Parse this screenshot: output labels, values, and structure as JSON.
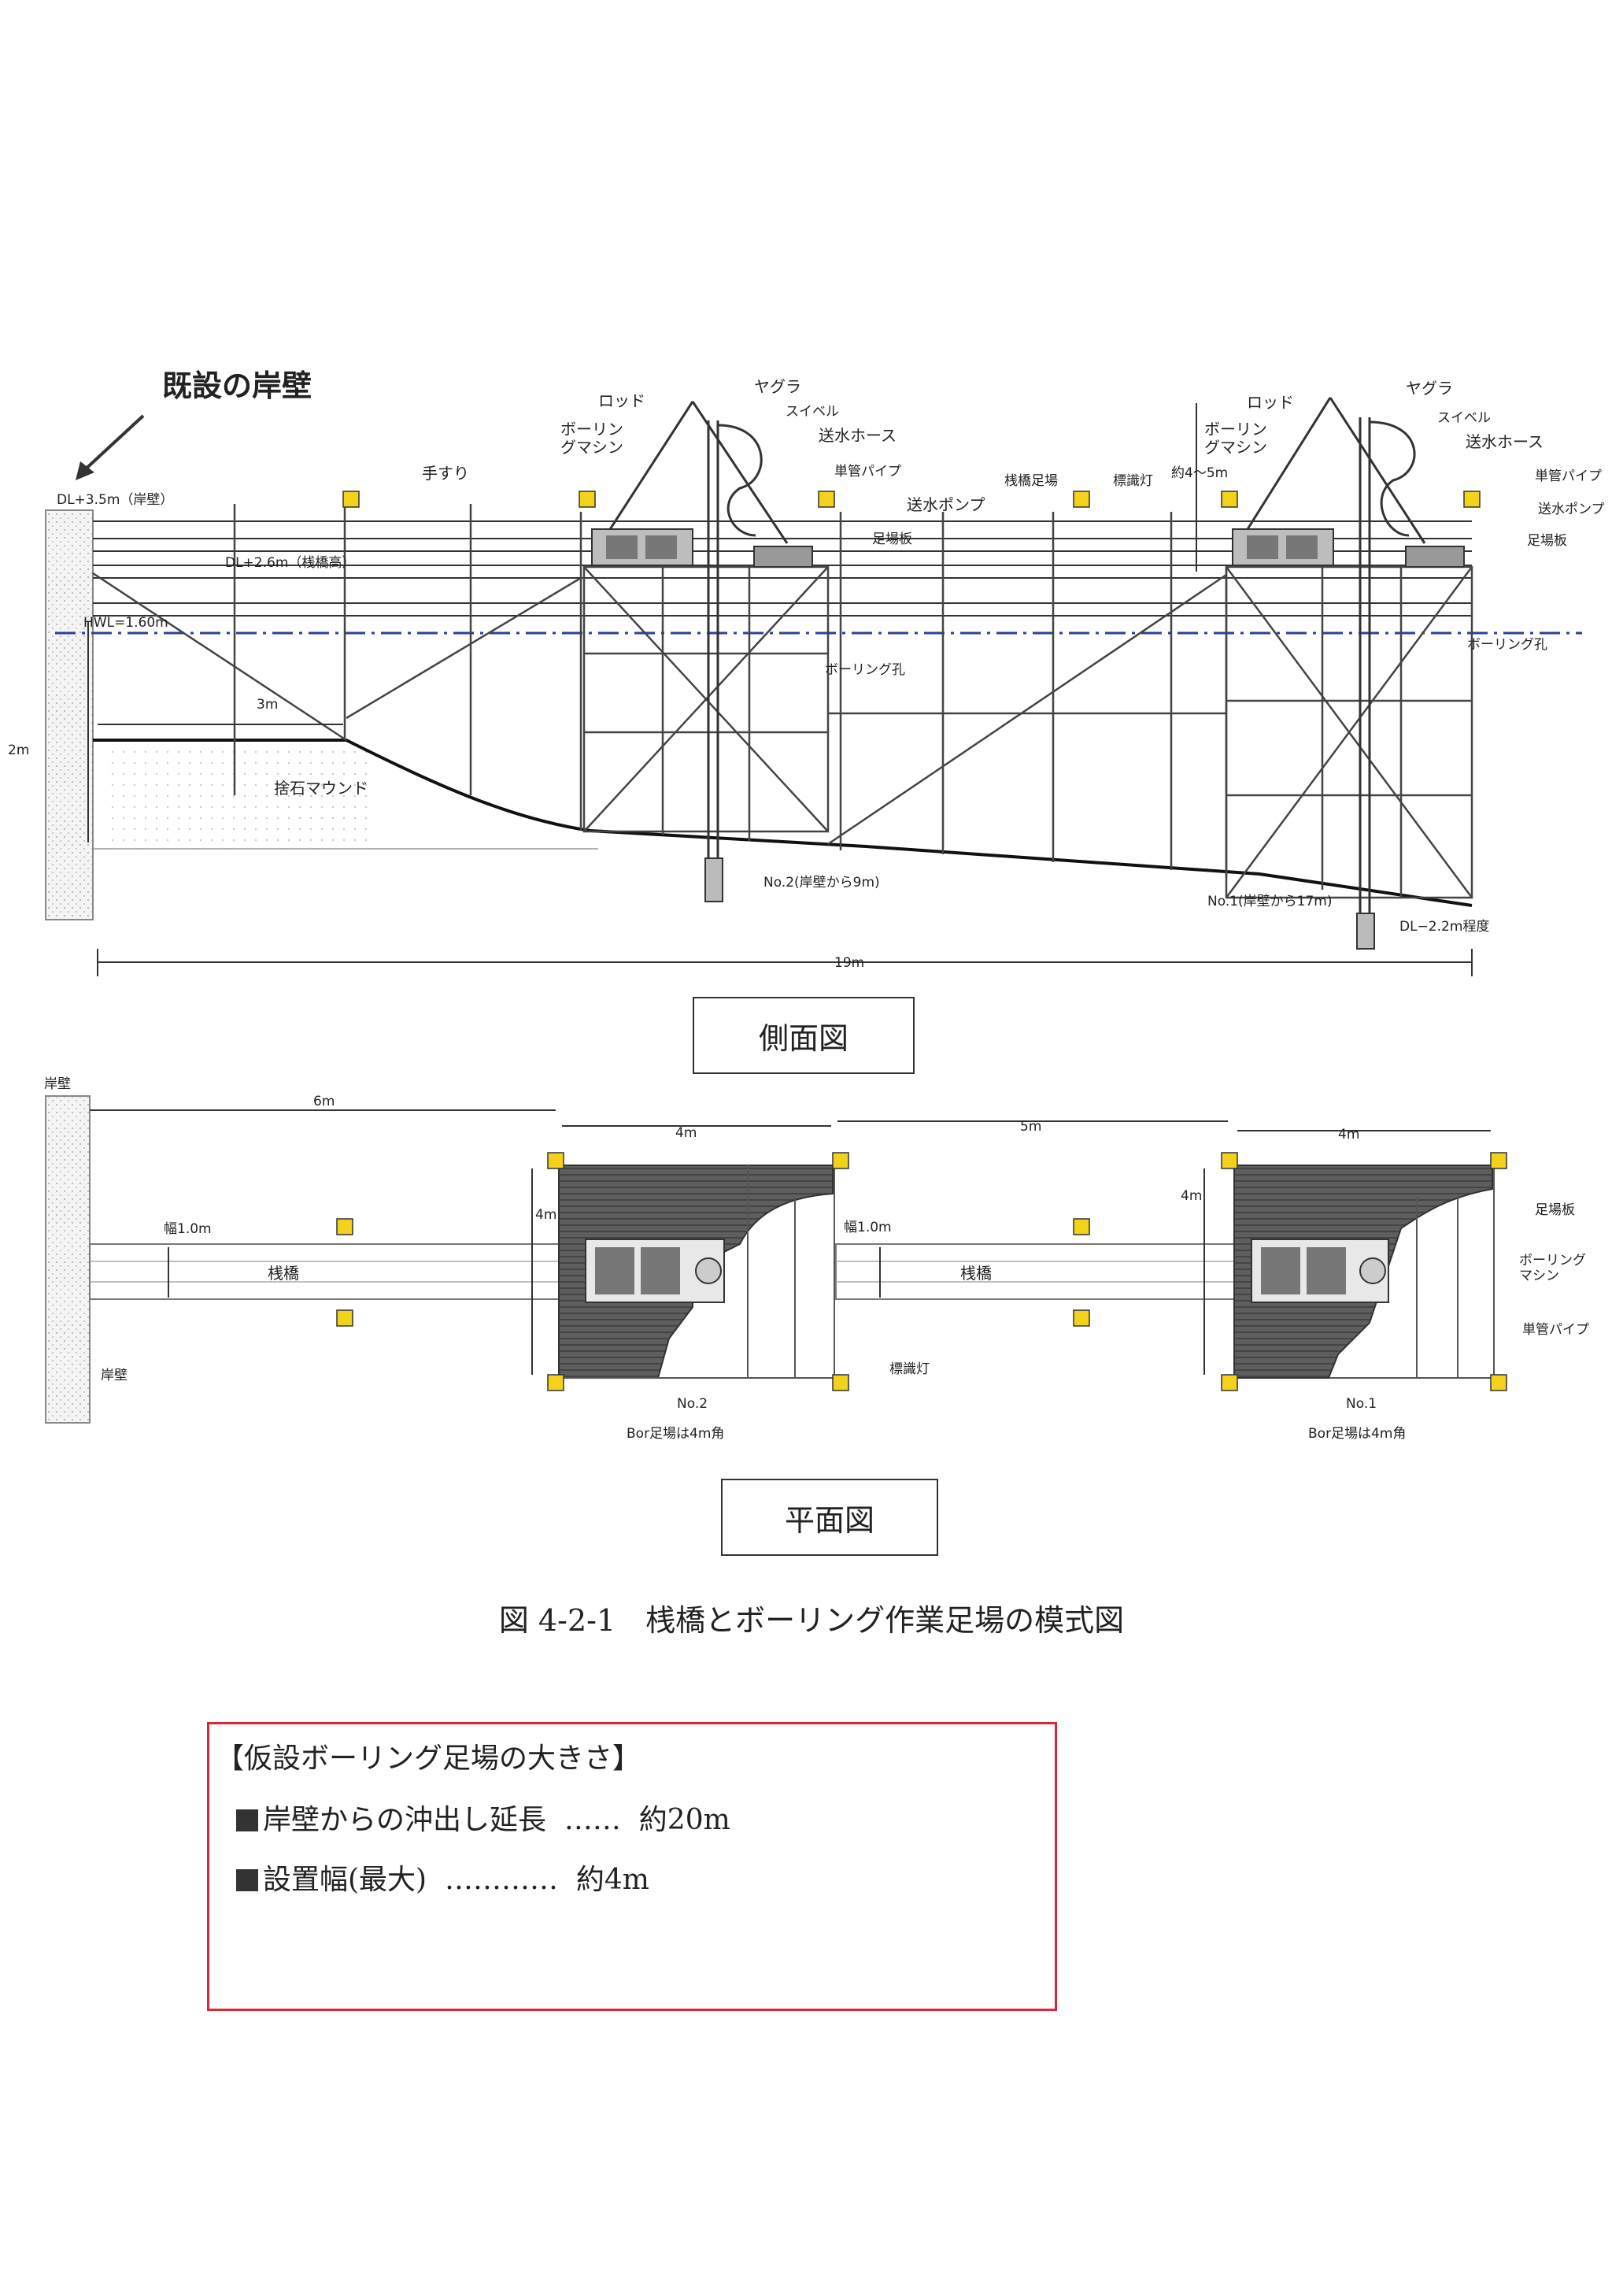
{
  "side_view": {
    "title": "既設の岸壁",
    "label_box": "側面図",
    "labels": {
      "dl_quay": "DL+3.5m（岸壁）",
      "handrail": "手すり",
      "dl_pier": "DL+2.6m（桟橋高）",
      "hwl": "HWL=1.60m",
      "dim_3m": "3m",
      "dim_2m": "2m",
      "mound": "捨石マウンド",
      "dim_19m": "19m",
      "rod_l": "ロッド",
      "boring_machine_l": "ボーリン\nグマシン",
      "yagura_l": "ヤグラ",
      "swivel_l": "スイベル",
      "hose_l": "送水ホース",
      "pipe_l": "単管パイプ",
      "pump_l": "送水ポンプ",
      "plank_l": "足場板",
      "bore_hole_l": "ボーリング孔",
      "no2": "No.2(岸壁から9m)",
      "pier_scaffold": "桟橋足場",
      "marker_light": "標識灯",
      "approx_height": "約4～5m",
      "rod_r": "ロッド",
      "boring_machine_r": "ボーリン\nグマシン",
      "yagura_r": "ヤグラ",
      "swivel_r": "スイベル",
      "hose_r": "送水ホース",
      "pipe_r": "単管パイプ",
      "pump_r": "送水ポンプ",
      "plank_r": "足場板",
      "bore_hole_r": "ボーリング孔",
      "no1": "No.1(岸壁から17m)",
      "dl_bottom": "DL−2.2m程度"
    }
  },
  "plan_view": {
    "label_box": "平面図",
    "labels": {
      "quay_top": "岸壁",
      "dim_6m": "6m",
      "dim_4m_a": "4m",
      "dim_5m": "5m",
      "dim_4m_b": "4m",
      "dim_4m_side_a": "4m",
      "dim_4m_side_b": "4m",
      "width_a": "幅1.0m",
      "width_b": "幅1.0m",
      "pier_a": "桟橋",
      "pier_b": "桟橋",
      "quay_bottom": "岸壁",
      "marker_light": "標識灯",
      "no2": "No.2",
      "no2_note": "Bor足場は4m角",
      "no1": "No.1",
      "no1_note": "Bor足場は4m角",
      "plank": "足場板",
      "boring_machine": "ボーリング\nマシン",
      "pipe": "単管パイプ"
    }
  },
  "figure_caption": "図 4-2-1　桟橋とボーリング作業足場の模式図",
  "info_box": {
    "title": "【仮設ボーリング足場の大きさ】",
    "rows": [
      {
        "label": "岸壁からの沖出し延長",
        "dots": "……",
        "value": "約20m"
      },
      {
        "label": "設置幅(最大)",
        "dots": "…………",
        "value": "約4m"
      }
    ]
  },
  "colors": {
    "marker": "#f2d21a",
    "hwl_line": "#2b3f9e",
    "frame": "#d9283a",
    "plank": "#5a5a5a"
  }
}
